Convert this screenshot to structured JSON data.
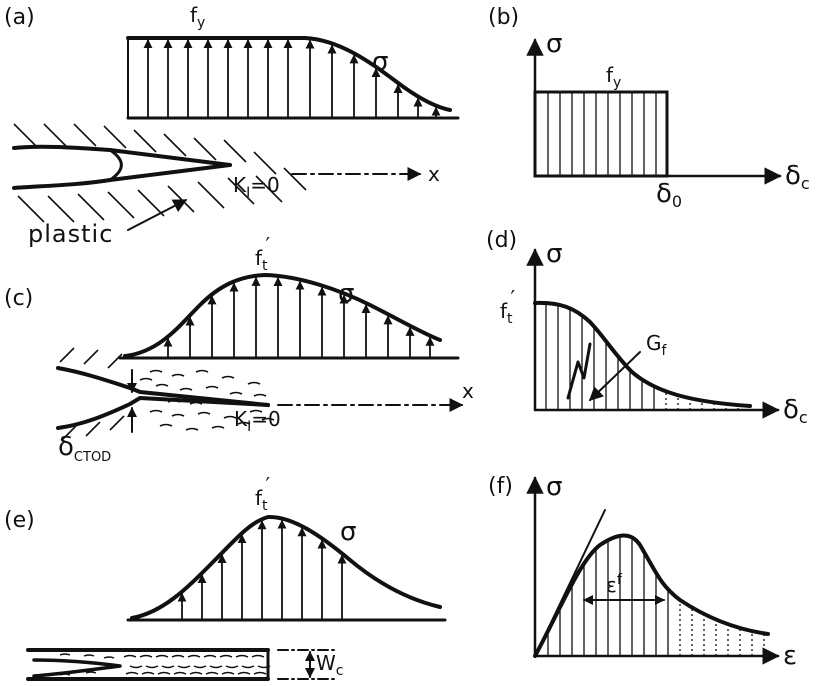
{
  "panels": {
    "a": {
      "tag": "(a)",
      "peak_label": "f",
      "peak_sub": "y",
      "curve_label": "σ",
      "crack_tip_label": "K",
      "crack_tip_sub": "I",
      "crack_tip_value": "=0",
      "axis_label": "x",
      "zone_label": "plastic"
    },
    "b": {
      "tag": "(b)",
      "y_label": "σ",
      "level_label": "f",
      "level_sub": "y",
      "x_label": "δ",
      "x_sub": "c",
      "end_label": "δ",
      "end_sub": "0"
    },
    "c": {
      "tag": "(c)",
      "peak_label": "f",
      "peak_sub": "t",
      "peak_prime": "′",
      "curve_label": "σ",
      "crack_tip_label": "K",
      "crack_tip_sub": "I",
      "crack_tip_value": "=0",
      "axis_label": "x",
      "opening_label": "δ",
      "opening_sub": "CTOD"
    },
    "d": {
      "tag": "(d)",
      "y_label": "σ",
      "start_label": "f",
      "start_sub": "t",
      "start_prime": "′",
      "area_label": "G",
      "area_sub": "f",
      "x_label": "δ",
      "x_sub": "c"
    },
    "e": {
      "tag": "(e)",
      "peak_label": "f",
      "peak_sub": "t",
      "peak_prime": "′",
      "curve_label": "σ",
      "width_label": "W",
      "width_sub": "c"
    },
    "f": {
      "tag": "(f)",
      "y_label": "σ",
      "strain_label": "ε",
      "strain_sup": "f",
      "x_label": "ε"
    }
  }
}
